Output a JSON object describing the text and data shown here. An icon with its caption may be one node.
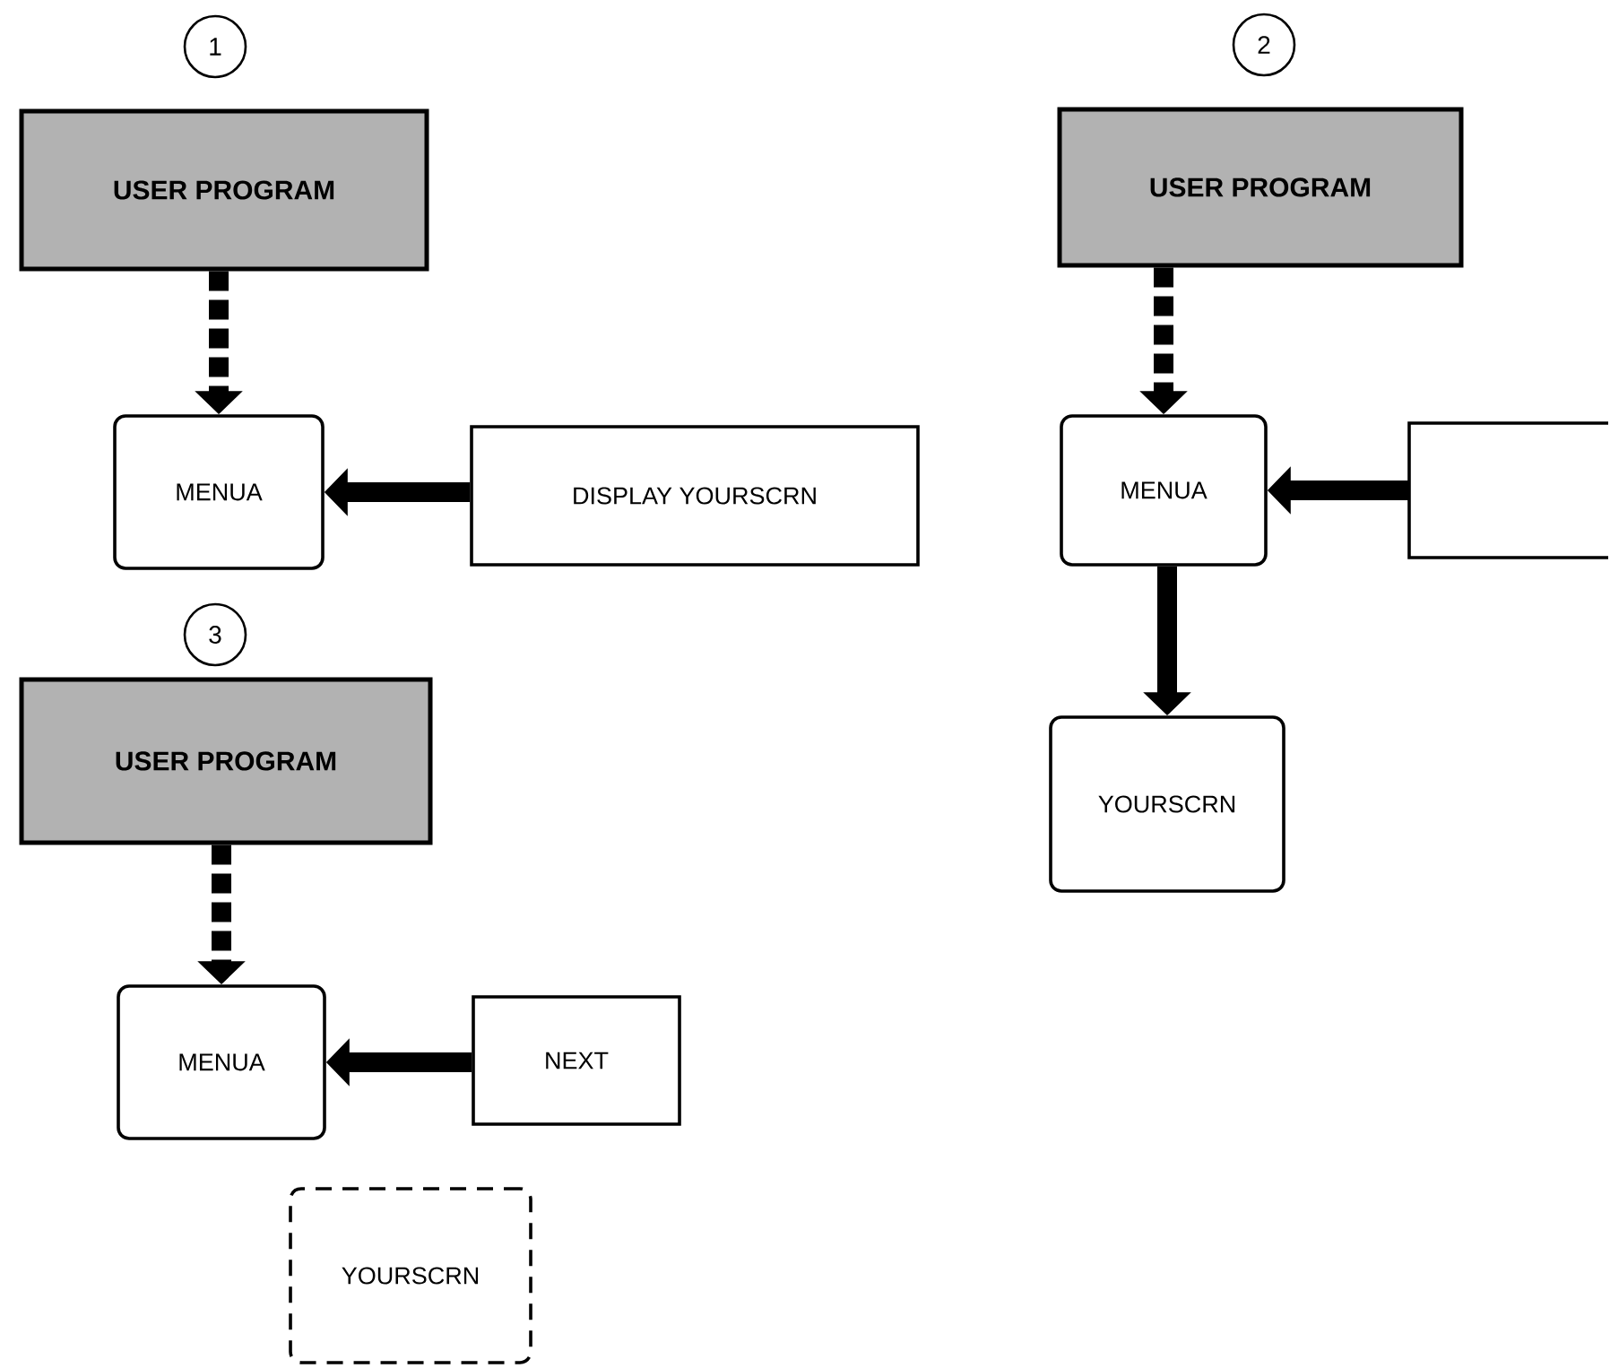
{
  "diagram": {
    "nodes": [
      {
        "text": [
          "1"
        ]
      },
      {
        "text": [
          "USER PROGRAM"
        ]
      },
      {
        "text": [
          "MENUA"
        ]
      },
      {
        "text": [
          "DISPLAY YOURSCRN"
        ]
      },
      {
        "text": [
          "2"
        ]
      },
      {
        "text": [
          "USER PROGRAM"
        ]
      },
      {
        "text": [
          "MENUA"
        ]
      },
      {
        "text": [],
        "shape": "box"
      },
      {
        "text": [
          "YOURSCRN"
        ]
      },
      {
        "text": [
          "3"
        ]
      },
      {
        "text": [
          "USER PROGRAM"
        ]
      },
      {
        "text": [
          "MENUA"
        ]
      },
      {
        "text": [
          "NEXT"
        ]
      },
      {
        "text": [
          "YOURSCRN"
        ]
      }
    ],
    "edges": [
      {
        "from": 1,
        "to": 2,
        "arrow": "to",
        "style": "dashed"
      },
      {
        "from": 3,
        "to": 2,
        "arrow": "to"
      },
      {
        "from": 5,
        "to": 6,
        "arrow": "to",
        "style": "dashed"
      },
      {
        "from": 7,
        "to": 6,
        "arrow": "to"
      },
      {
        "from": 6,
        "to": 8,
        "arrow": "to"
      },
      {
        "from": 10,
        "to": 11,
        "arrow": "to",
        "style": "dashed"
      },
      {
        "from": 12,
        "to": 11,
        "arrow": "to"
      }
    ]
  }
}
